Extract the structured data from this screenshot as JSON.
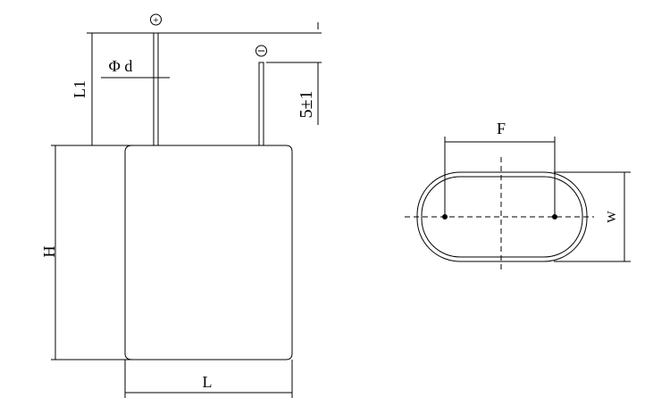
{
  "side_view": {
    "positive_symbol": "+",
    "negative_symbol": "−",
    "lead_length_label": "L1",
    "lead_diameter_label": "Φ d",
    "lead_offset_label": "5±1",
    "height_label": "H",
    "length_label": "L"
  },
  "bottom_view": {
    "pitch_label": "F",
    "width_label": "W"
  },
  "colors": {
    "line": "#000000",
    "background": "#ffffff"
  }
}
